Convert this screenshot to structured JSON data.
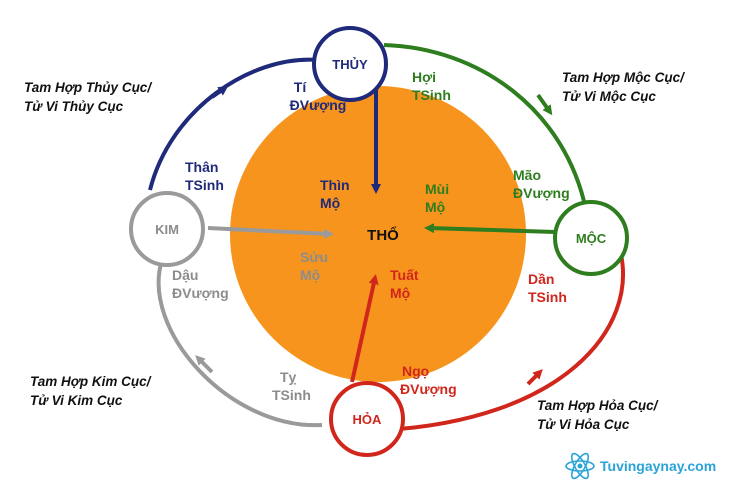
{
  "center": {
    "label": "THỔ",
    "color": "#f7941d"
  },
  "nodes": {
    "thuy": {
      "label": "THỦY",
      "color": "#1f2a7a"
    },
    "moc": {
      "label": "MỘC",
      "color": "#2e7d1e"
    },
    "hoa": {
      "label": "HỎA",
      "color": "#d0261c"
    },
    "kim": {
      "label": "KIM",
      "color": "#8c8c8c"
    }
  },
  "tam_hop": {
    "thuy": {
      "line1": "Tam Hợp Thủy Cục/",
      "line2": "Tử Vi Thủy Cục"
    },
    "moc": {
      "line1": "Tam Hợp Mộc Cục/",
      "line2": "Tử Vi Mộc Cục"
    },
    "hoa": {
      "line1": "Tam Hợp Hỏa Cục/",
      "line2": "Tử Vi Hỏa Cục"
    },
    "kim": {
      "line1": "Tam Hợp Kim Cục/",
      "line2": "Tử Vi Kim Cục"
    }
  },
  "labels": {
    "ti": {
      "line1": "Tí",
      "line2": "ĐVượng"
    },
    "hoi": {
      "line1": "Hợi",
      "line2": "TSinh"
    },
    "than": {
      "line1": "Thân",
      "line2": "TSinh"
    },
    "thin": {
      "line1": "Thìn",
      "line2": "Mộ"
    },
    "mui": {
      "line1": "Mùi",
      "line2": "Mộ"
    },
    "mao": {
      "line1": "Mão",
      "line2": "ĐVượng"
    },
    "suu": {
      "line1": "Sửu",
      "line2": "Mộ"
    },
    "tuat": {
      "line1": "Tuất",
      "line2": "Mộ"
    },
    "dau": {
      "line1": "Dậu",
      "line2": "ĐVượng"
    },
    "dan": {
      "line1": "Dần",
      "line2": "TSinh"
    },
    "ty": {
      "line1": "Tỵ",
      "line2": "TSinh"
    },
    "ngo": {
      "line1": "Ngọ",
      "line2": "ĐVượng"
    }
  },
  "watermark": {
    "text": "Tuvingaynay.com",
    "color": "#2aa3d8"
  }
}
